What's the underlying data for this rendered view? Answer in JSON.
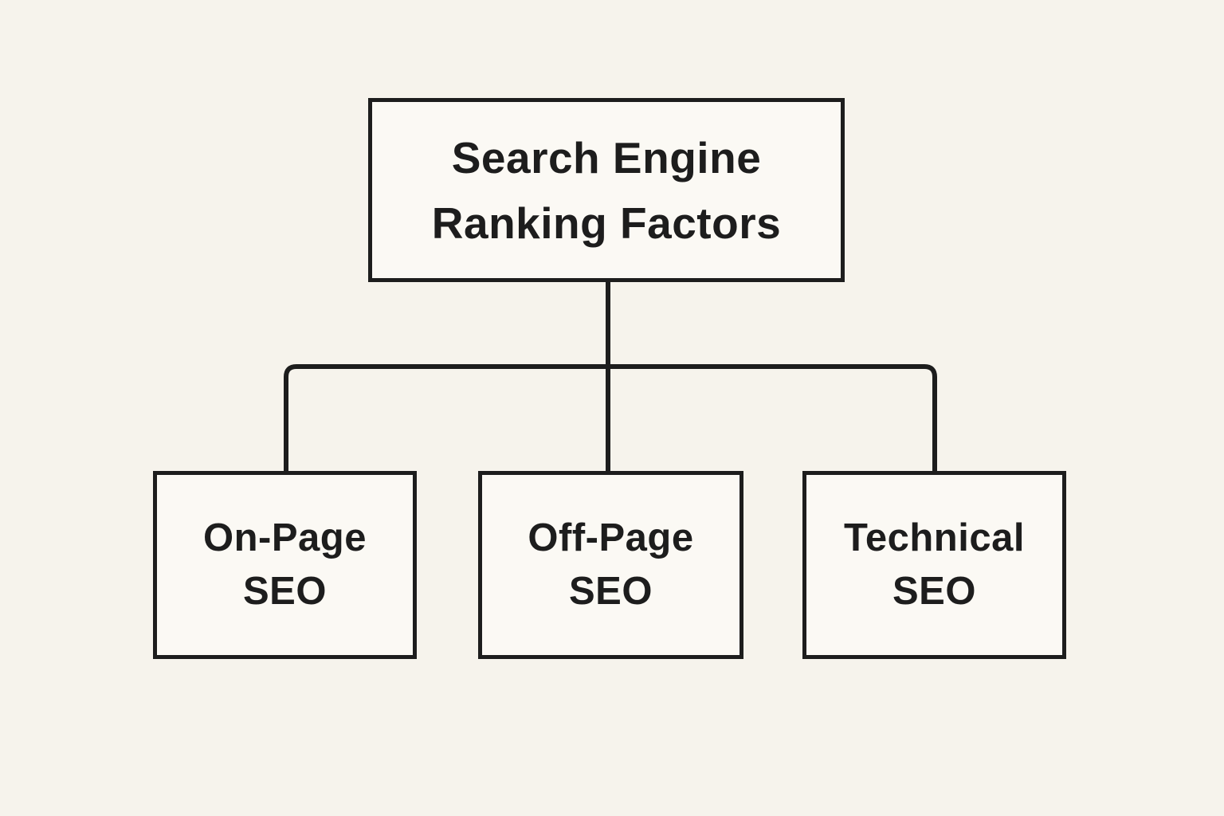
{
  "diagram": {
    "type": "flowchart",
    "title": "Search Engine Ranking Factors",
    "colors": {
      "background": "#f6f3ec",
      "box_fill": "#fbf9f4",
      "line": "#1d1d1d",
      "text": "#1d1d1d"
    },
    "root": {
      "label": "Search Engine Ranking Factors",
      "lines": [
        "Search Engine",
        "Ranking Factors"
      ]
    },
    "children": [
      {
        "label": "On-Page SEO",
        "lines": [
          "On-Page",
          "SEO"
        ]
      },
      {
        "label": "Off-Page SEO",
        "lines": [
          "Off-Page",
          "SEO"
        ]
      },
      {
        "label": "Technical SEO",
        "lines": [
          "Technical",
          "SEO"
        ]
      }
    ]
  }
}
